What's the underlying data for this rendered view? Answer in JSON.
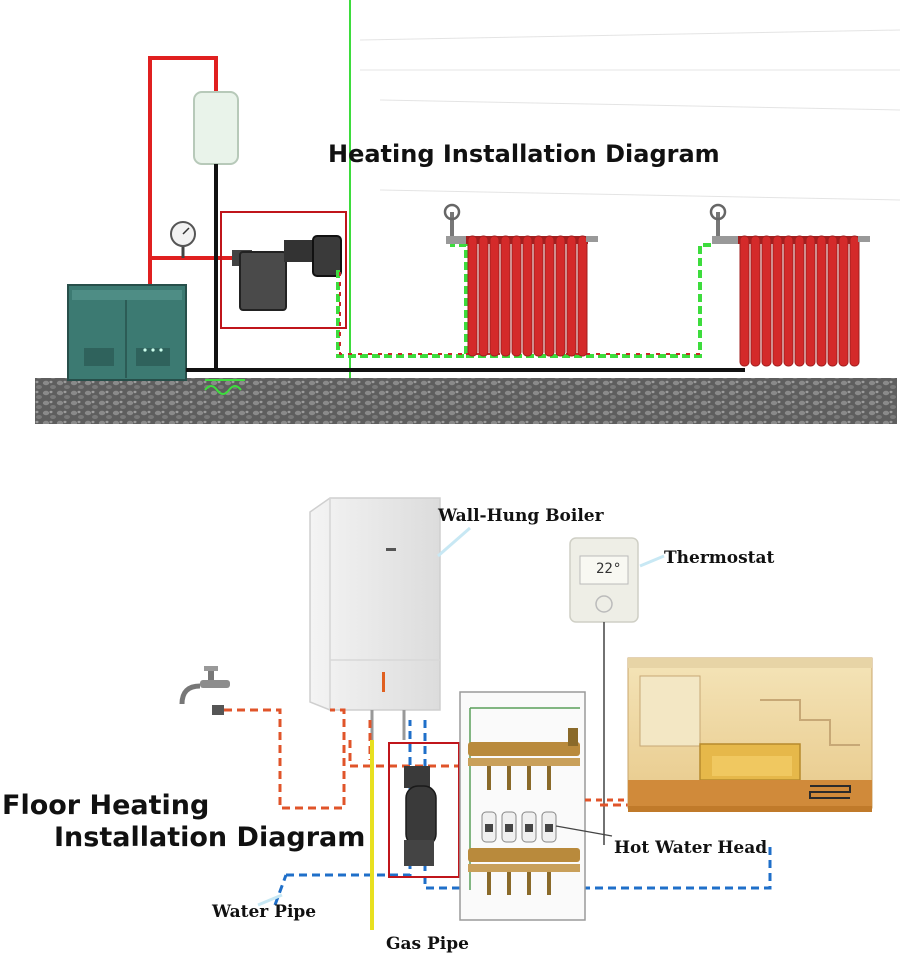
{
  "top_diagram": {
    "title": "Heating Installation Diagram"
  },
  "bottom_diagram": {
    "title_line1": "Floor Heating",
    "title_line2": "Installation Diagram",
    "labels": {
      "boiler": "Wall-Hung Boiler",
      "thermostat": "Thermostat",
      "hot_water_head": "Hot Water Head",
      "water_pipe": "Water Pipe",
      "gas_pipe": "Gas Pipe"
    },
    "thermostat_display": "22°"
  },
  "colors": {
    "hot_pipe": "#e02020",
    "return_pipe": "#3ddc3d",
    "highlight_box": "#c0151b",
    "radiator": "#d42a2a",
    "boiler_green": "#3c7a72",
    "floor_gray": "#6b6b6b",
    "water_pipe_blue": "#1f6fc9",
    "gas_pipe_yellow": "#e8e020",
    "hot_dash_orange": "#e0542a"
  }
}
